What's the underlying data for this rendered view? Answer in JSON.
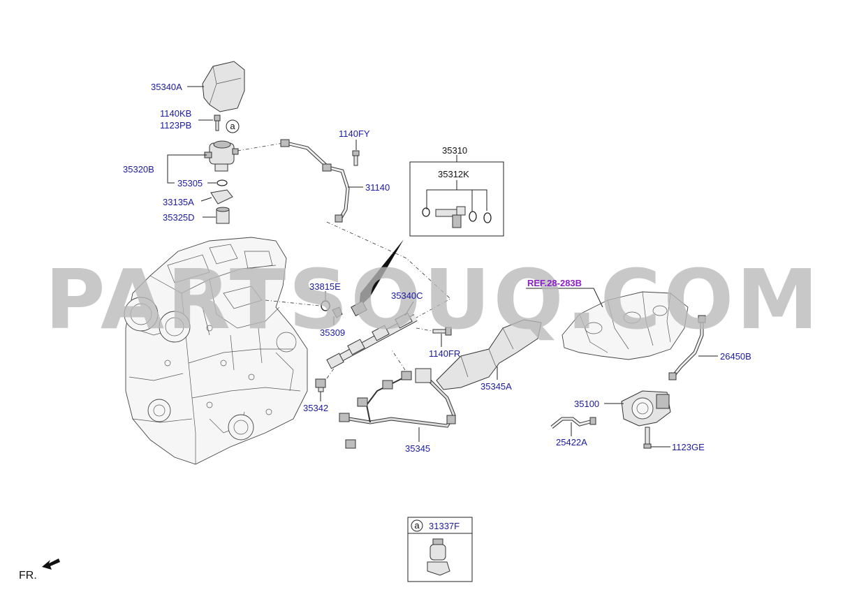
{
  "labels": {
    "p35340A": "35340A",
    "p1140KB": "1140KB",
    "p1123PB": "1123PB",
    "p35320B": "35320B",
    "p35305": "35305",
    "p33135A": "33135A",
    "p35325D": "35325D",
    "p1140FY": "1140FY",
    "p31140": "31140",
    "p35310": "35310",
    "p35312K": "35312K",
    "p33815E": "33815E",
    "p35340C": "35340C",
    "p35309": "35309",
    "p1140FR": "1140FR",
    "p35342": "35342",
    "p35345": "35345",
    "p35345A": "35345A",
    "ref": "REF.28-283B",
    "p26450B": "26450B",
    "p35100": "35100",
    "p25422A": "25422A",
    "p1123GE": "1123GE",
    "p31337F": "31337F",
    "circle_a": "a",
    "inset_a": "a",
    "fr": "FR."
  },
  "watermark": "PARTSOUQ.COM",
  "colors": {
    "label": "#1a1aa0",
    "reference": "#8a1fc9",
    "watermark": "#b9b9b9"
  }
}
